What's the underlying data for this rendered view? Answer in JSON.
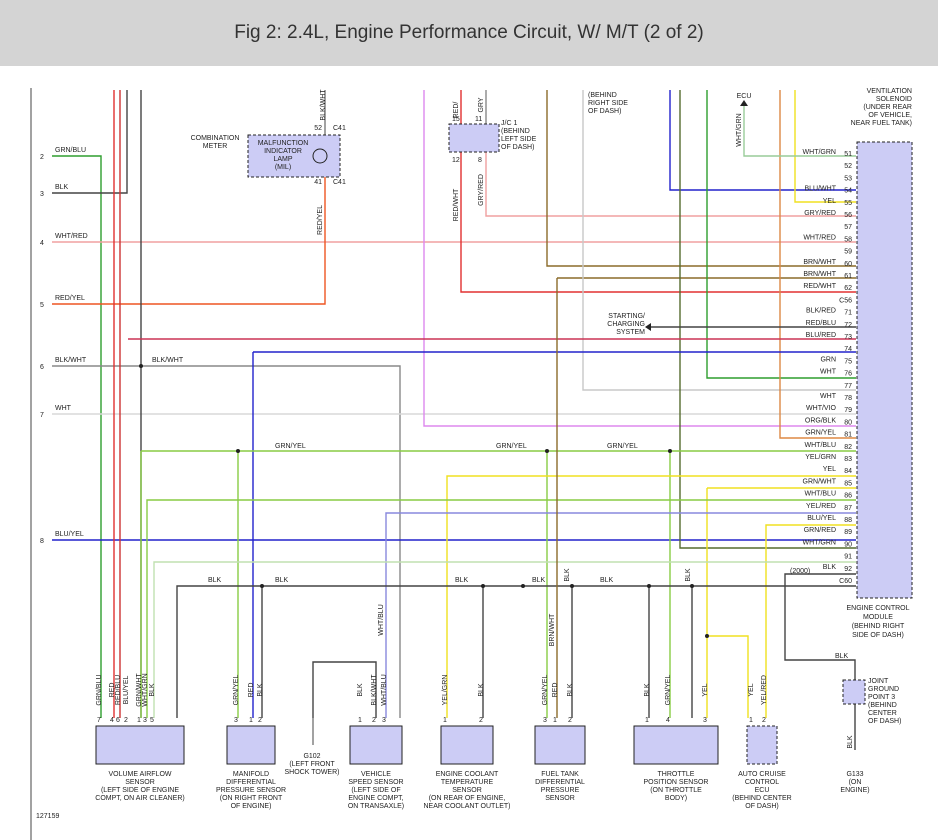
{
  "title": "Fig 2: 2.4L, Engine Performance Circuit, W/ M/T (2 of 2)",
  "figure_id": "127159",
  "pins_left": [
    "2",
    "3",
    "4",
    "5",
    "6",
    "7",
    "8"
  ],
  "left_wires": [
    "GRN/BLU",
    "BLK",
    "WHT/RED",
    "RED/YEL",
    "BLK/WHT",
    "WHT",
    "BLU/YEL"
  ],
  "mil": {
    "name_lines": [
      "COMBINATION",
      "METER"
    ],
    "label_lines": [
      "MALFUNCTION",
      "INDICATOR",
      "LAMP",
      "(MIL)"
    ],
    "top_wire": "BLK/WHT",
    "bottom_wire": "RED/YEL",
    "pin_top": "52",
    "pin_bottom": "41",
    "conn_top": "C41",
    "conn_bottom": "C41"
  },
  "jc1": {
    "label_lines": [
      "J/C 1",
      "(BEHIND",
      "LEFT SIDE",
      "OF DASH)"
    ],
    "wire_left": "RED/WHT",
    "wire_right": "GRY/RED",
    "wire_left_top": "RED/",
    "wire_right_top": "GRY",
    "pins": [
      "15",
      "11",
      "12",
      "8"
    ]
  },
  "behind_right_dash": [
    "(BEHIND",
    "RIGHT SIDE",
    "OF DASH)"
  ],
  "ecu_label": "ECU",
  "ecu_wire": "WHT/GRN",
  "vent_solenoid": [
    "VENTILATION",
    "SOLENOID",
    "(UNDER REAR",
    "OF VEHICLE,",
    "NEAR FUEL TANK)"
  ],
  "ecm_rows": [
    {
      "pin": "51",
      "wire": "WHT/GRN"
    },
    {
      "pin": "52",
      "wire": ""
    },
    {
      "pin": "53",
      "wire": ""
    },
    {
      "pin": "54",
      "wire": "BLU/WHT"
    },
    {
      "pin": "55",
      "wire": "YEL"
    },
    {
      "pin": "56",
      "wire": "GRY/RED"
    },
    {
      "pin": "57",
      "wire": ""
    },
    {
      "pin": "58",
      "wire": "WHT/RED"
    },
    {
      "pin": "59",
      "wire": ""
    },
    {
      "pin": "60",
      "wire": "BRN/WHT"
    },
    {
      "pin": "61",
      "wire": "BRN/WHT"
    },
    {
      "pin": "62",
      "wire": "RED/WHT"
    },
    {
      "pin": "C56",
      "wire": ""
    },
    {
      "pin": "71",
      "wire": "BLK/RED"
    },
    {
      "pin": "72",
      "wire": "RED/BLU"
    },
    {
      "pin": "73",
      "wire": "BLU/RED"
    },
    {
      "pin": "74",
      "wire": ""
    },
    {
      "pin": "75",
      "wire": "GRN"
    },
    {
      "pin": "76",
      "wire": "WHT"
    },
    {
      "pin": "77",
      "wire": ""
    },
    {
      "pin": "78",
      "wire": "WHT"
    },
    {
      "pin": "79",
      "wire": "WHT/VIO"
    },
    {
      "pin": "80",
      "wire": "ORG/BLK"
    },
    {
      "pin": "81",
      "wire": "GRN/YEL"
    },
    {
      "pin": "82",
      "wire": "WHT/BLU"
    },
    {
      "pin": "83",
      "wire": "YEL/GRN"
    },
    {
      "pin": "84",
      "wire": "YEL"
    },
    {
      "pin": "85",
      "wire": "GRN/WHT"
    },
    {
      "pin": "86",
      "wire": "WHT/BLU"
    },
    {
      "pin": "87",
      "wire": "YEL/RED"
    },
    {
      "pin": "88",
      "wire": "BLU/YEL"
    },
    {
      "pin": "89",
      "wire": "GRN/RED"
    },
    {
      "pin": "90",
      "wire": "WHT/GRN"
    },
    {
      "pin": "91",
      "wire": ""
    },
    {
      "pin": "92",
      "wire": "BLK"
    },
    {
      "pin": "C60",
      "wire": ""
    }
  ],
  "ecm_label": [
    "ENGINE CONTROL",
    "MODULE",
    "(BEHIND RIGHT",
    "SIDE OF DASH)"
  ],
  "starting_charging": [
    "STARTING/",
    "CHARGING",
    "SYSTEM"
  ],
  "mid_wires": {
    "blk_wht": "BLK/WHT",
    "grn_yel": "GRN/YEL",
    "blk": "BLK",
    "year": "(2000)",
    "wht_blu": "WHT/BLU",
    "brn_wht": "BRN/WHT"
  },
  "ground_g102": [
    "G102",
    "(LEFT FRONT",
    "SHOCK TOWER)"
  ],
  "jgp3": [
    "JOINT",
    "GROUND",
    "POINT 3",
    "(BEHIND",
    "CENTER",
    "OF DASH)"
  ],
  "ground_g133": [
    "G133",
    "(ON",
    "ENGINE)"
  ],
  "components": [
    {
      "wires": [
        "GRN/BLU",
        "RED",
        "RED/BLU",
        "BLU/YEL",
        "GRN/WHT",
        "WHT/GRN",
        "BLK"
      ],
      "pins": [
        "7",
        "4",
        "6",
        "2",
        "1",
        "3",
        "5"
      ],
      "label": [
        "VOLUME AIRFLOW",
        "SENSOR",
        "(LEFT SIDE OF ENGINE",
        "COMPT, ON AIR CLEANER)"
      ]
    },
    {
      "wires": [
        "GRN/YEL",
        "RED",
        "BLK"
      ],
      "pins": [
        "3",
        "1",
        "2"
      ],
      "label": [
        "MANIFOLD",
        "DIFFERENTIAL",
        "PRESSURE SENSOR",
        "(ON RIGHT FRONT",
        "OF ENGINE)"
      ]
    },
    {
      "wires": [
        "BLK",
        "BLK/WHT",
        "WHT/BLU"
      ],
      "pins": [
        "1",
        "2",
        "3"
      ],
      "label": [
        "VEHICLE",
        "SPEED SENSOR",
        "(LEFT SIDE OF",
        "ENGINE COMPT,",
        "ON TRANSAXLE)"
      ]
    },
    {
      "wires": [
        "YEL/GRN",
        "BLK"
      ],
      "pins": [
        "1",
        "2"
      ],
      "label": [
        "ENGINE COOLANT",
        "TEMPERATURE",
        "SENSOR",
        "(ON REAR OF ENGINE,",
        "NEAR COOLANT OUTLET)"
      ]
    },
    {
      "wires": [
        "GRN/YEL",
        "RED",
        "BLK"
      ],
      "pins": [
        "3",
        "1",
        "2"
      ],
      "label": [
        "FUEL TANK",
        "DIFFERENTIAL",
        "PRESSURE",
        "SENSOR"
      ]
    },
    {
      "wires": [
        "BLK",
        "GRN/YEL",
        "YEL"
      ],
      "pins": [
        "1",
        "4",
        "3"
      ],
      "label": [
        "THROTTLE",
        "POSITION SENSOR",
        "(ON THROTTLE",
        "BODY)"
      ]
    },
    {
      "wires": [
        "YEL",
        "YEL/RED"
      ],
      "pins": [
        "1",
        "2"
      ],
      "label": [
        "AUTO CRUISE",
        "CONTROL",
        "ECU",
        "(BEHIND CENTER",
        "OF DASH)"
      ]
    }
  ],
  "colors": {
    "grn": "#2e9e2e",
    "red": "#e23030",
    "blk": "#444444",
    "pink": "#f0a0a0",
    "orange": "#ee5522",
    "gray": "#888888",
    "blue": "#2222cc",
    "yel": "#f0e020",
    "ltgrn": "#88cc44",
    "wht": "#bbbbbb",
    "vio": "#dd88ee",
    "brown": "#8b6b2a",
    "orgblk": "#dd8844",
    "grnred": "#556b2f"
  }
}
